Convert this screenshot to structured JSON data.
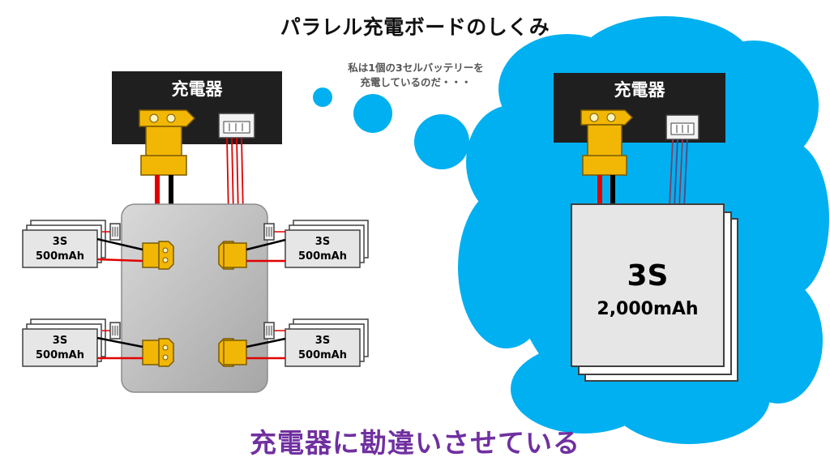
{
  "title": "パラレル充電ボードのしくみ",
  "thought": {
    "line1": "私は1個の3セルバッテリーを",
    "line2": "充電しているのだ・・・"
  },
  "left": {
    "charger_label": "充電器",
    "batteries": [
      {
        "cells": "3S",
        "capacity": "500mAh"
      },
      {
        "cells": "3S",
        "capacity": "500mAh"
      },
      {
        "cells": "3S",
        "capacity": "500mAh"
      },
      {
        "cells": "3S",
        "capacity": "500mAh"
      }
    ]
  },
  "right": {
    "charger_label": "充電器",
    "battery": {
      "cells": "3S",
      "capacity": "2,000mAh"
    }
  },
  "bottom_message": "充電器に勘違いさせている",
  "colors": {
    "charger": "#1f1f1f",
    "cloud": "#00b0f0",
    "xt_connector": "#f2b705",
    "message": "#7030a0",
    "board": "#bfbfbf"
  }
}
